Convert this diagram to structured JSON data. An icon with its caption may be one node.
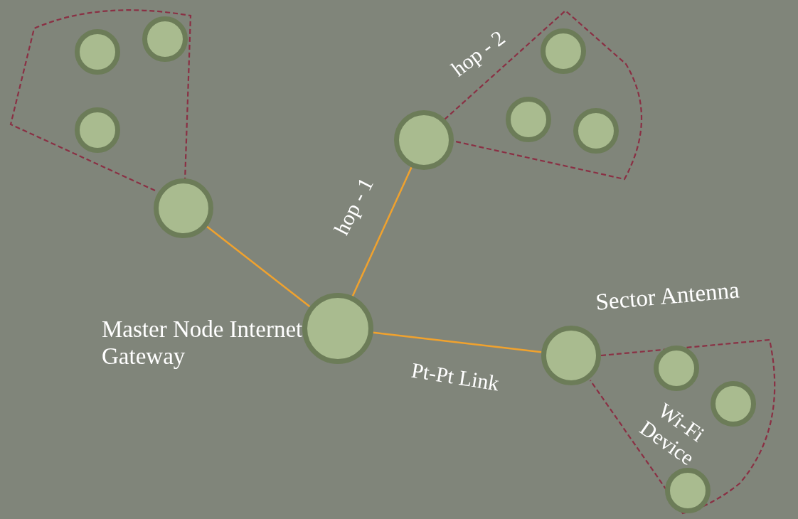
{
  "diagram": {
    "nodes": [
      {
        "text": [],
        "shape": "circle",
        "beside": [
          "Master Node Internet Gateway"
        ]
      },
      {
        "text": [],
        "shape": "circle"
      },
      {
        "text": [],
        "shape": "circle"
      },
      {
        "text": [],
        "shape": "circle",
        "beside": [
          "Sector Antenna"
        ]
      },
      {
        "text": [],
        "shape": "circle"
      },
      {
        "text": [],
        "shape": "circle"
      },
      {
        "text": [],
        "shape": "circle"
      },
      {
        "text": [],
        "shape": "circle"
      },
      {
        "text": [],
        "shape": "circle"
      },
      {
        "text": [],
        "shape": "circle"
      },
      {
        "text": [],
        "shape": "circle"
      },
      {
        "text": [],
        "shape": "circle"
      },
      {
        "text": [],
        "shape": "circle"
      }
    ],
    "edges": [
      {
        "from": 0,
        "to": 1,
        "arrow": "none"
      },
      {
        "from": 0,
        "to": 2,
        "arrow": "none",
        "label": "hop - 1"
      },
      {
        "from": 0,
        "to": 3,
        "arrow": "none",
        "label": "Pt-Pt Link"
      }
    ],
    "labels": [
      "hop - 2",
      "Wi-Fi Device"
    ]
  }
}
